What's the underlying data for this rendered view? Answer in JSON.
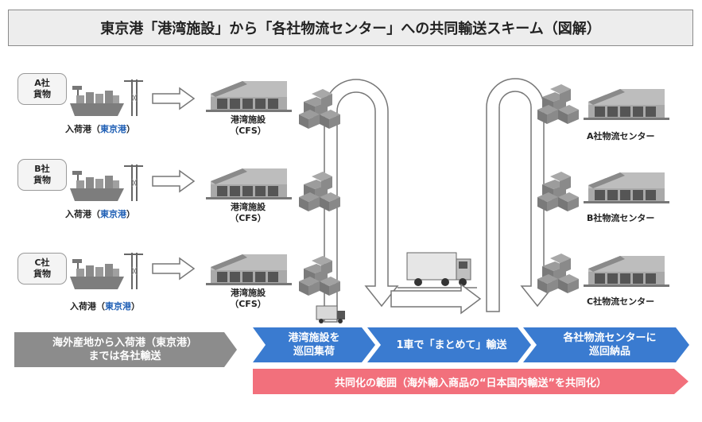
{
  "title": "東京港「港湾施設」から「各社物流センター」への共同輸送スキーム（図解）",
  "companies": [
    {
      "label_line1": "A社",
      "label_line2": "貨物"
    },
    {
      "label_line1": "B社",
      "label_line2": "貨物"
    },
    {
      "label_line1": "C社",
      "label_line2": "貨物"
    }
  ],
  "port_label": {
    "prefix": "入荷港（",
    "highlight": "東京港",
    "suffix": "）"
  },
  "facility_label": {
    "line1": "港湾施設",
    "line2": "（CFS）"
  },
  "centers": [
    {
      "label": "A社物流センター"
    },
    {
      "label": "B社物流センター"
    },
    {
      "label": "C社物流センター"
    }
  ],
  "steps": [
    {
      "line1": "海外産地から入荷港（東京港）",
      "line2": "までは各社輸送"
    },
    {
      "line1": "港湾施設を",
      "line2": "巡回集荷"
    },
    {
      "line1": "1車で「まとめて」輸送",
      "line2": ""
    },
    {
      "line1": "各社物流センターに",
      "line2": "巡回納品"
    }
  ],
  "scope_label": "共同化の範囲（海外輸入商品の“日本国内輸送”を共同化）",
  "colors": {
    "gray_chevron": "#8c8c8c",
    "blue_chevron": "#3a7bd0",
    "pink_bar": "#f2707c",
    "port_highlight": "#1f5fb5"
  }
}
